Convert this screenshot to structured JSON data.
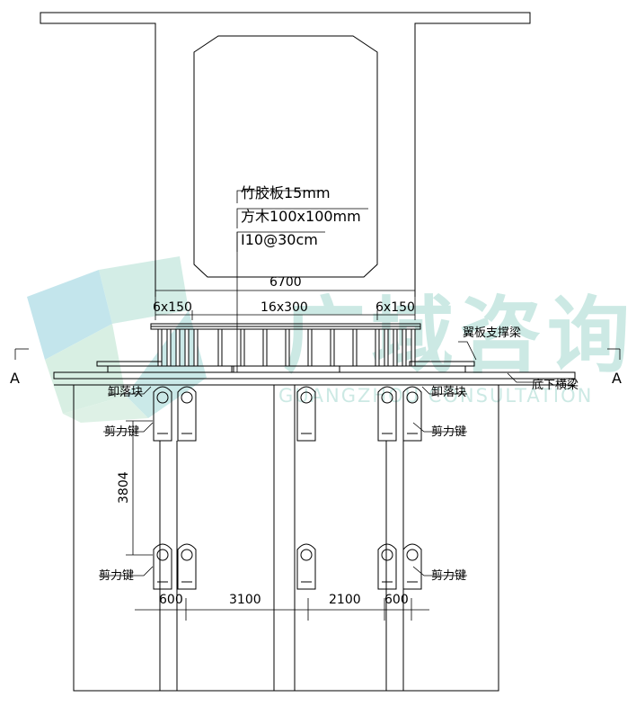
{
  "annotations": {
    "line1": "竹胶板15mm",
    "line2": "方木100x100mm",
    "line3": "I10@30cm"
  },
  "dimensions": {
    "total_width": "6700",
    "left_spacing": "6x150",
    "middle_spacing": "16x300",
    "right_spacing": "6x150",
    "vertical_offset": "3804",
    "bottom_600_left": "600",
    "bottom_3100": "3100",
    "bottom_2100": "2100",
    "bottom_600_right": "600"
  },
  "labels": {
    "wing_support_beam": "翼板支撑梁",
    "bottom_cross_beam": "底下横梁",
    "unloading_block_left": "卸落块",
    "unloading_block_right": "卸落块",
    "shear_key_upper_left": "剪力键",
    "shear_key_upper_right": "剪力键",
    "shear_key_lower_left": "剪力键",
    "shear_key_lower_right": "剪力键",
    "section_mark_left": "A",
    "section_mark_right": "A"
  },
  "watermark": {
    "text": "广域咨询",
    "subtext": "GUANGZHOU CONSULTATION",
    "color": "#8fd0c4"
  }
}
